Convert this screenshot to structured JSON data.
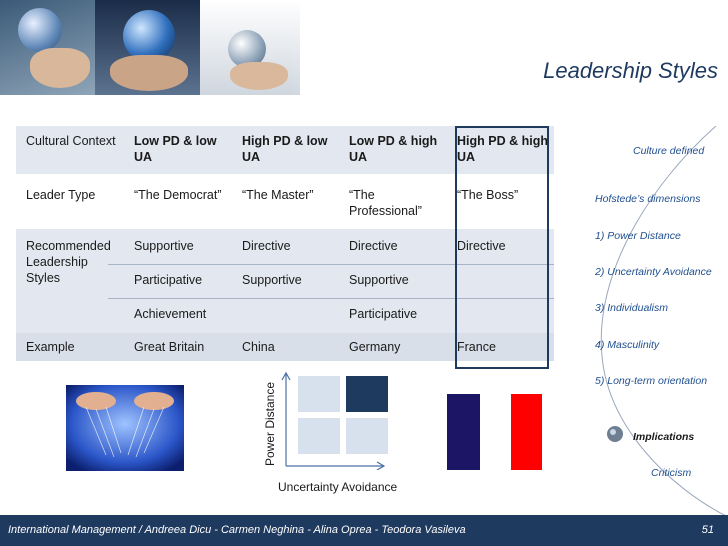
{
  "slide_title": "Leadership Styles",
  "table": {
    "header": [
      "Cultural Context",
      "Low PD & low UA",
      "High PD & low UA",
      "Low PD & high UA",
      "High PD & high UA"
    ],
    "leader_type": [
      "Leader Type",
      "“The Democrat”",
      "“The Master”",
      "“The Professional”",
      "“The Boss”"
    ],
    "recommended_label": "Recommended Leadership Styles",
    "recommended_row1": [
      "Supportive",
      "Directive",
      "Directive",
      "Directive"
    ],
    "recommended_row2": [
      "Participative",
      "Supportive",
      "Supportive",
      ""
    ],
    "recommended_row3": [
      "Achievement",
      "",
      "Participative",
      ""
    ],
    "example": [
      "Example",
      "Great Britain",
      "China",
      "Germany",
      "France"
    ]
  },
  "nav": {
    "items": [
      "Culture defined",
      "Hofstede’s  dimensions",
      "1) Power Distance",
      "2) Uncertainty Avoidance",
      "3) Individualism",
      "4) Masculinity",
      "5) Long-term orientation",
      "Implications",
      "Criticism"
    ]
  },
  "diagram": {
    "y_label": "Power Distance",
    "x_label": "Uncertainty Avoidance"
  },
  "footer": {
    "text": "International Management / Andreea Dicu  - Carmen Neghina - Alina Oprea - Teodora Vasileva",
    "page": "51"
  },
  "colors": {
    "navy": "#1f3a5f",
    "row_shade": "#e3e8f0",
    "link_blue": "#1f4f8f",
    "flag_blue": "#1c1464",
    "flag_red": "#ff0000"
  }
}
